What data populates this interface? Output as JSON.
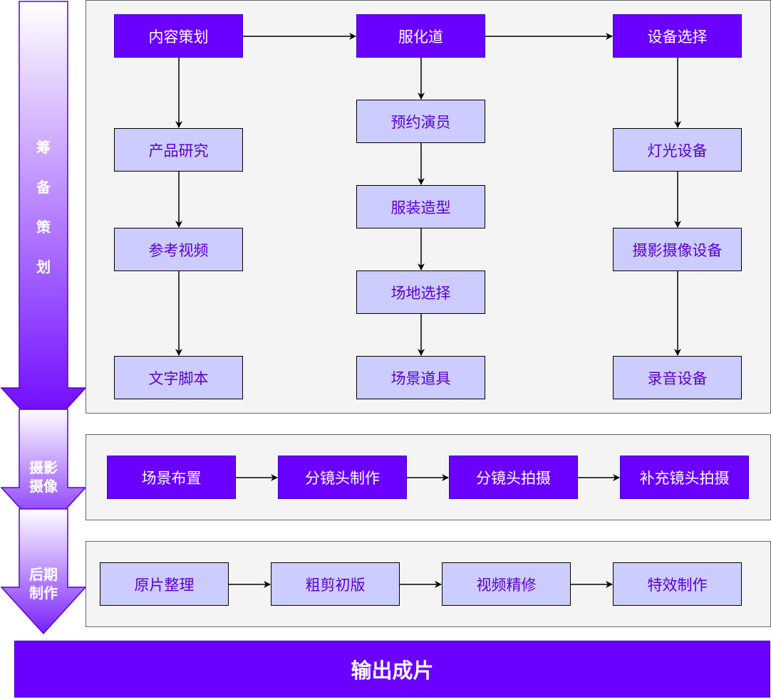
{
  "colors": {
    "dark_node": "#6a00ff",
    "light_node": "#ccccff",
    "light_text": "#5a00cc",
    "panel": "#f4f4f4",
    "arrow": "#000000"
  },
  "stages": {
    "prep_chars": [
      "筹",
      "备",
      "策",
      "划"
    ],
    "shoot_lines": [
      "摄影",
      "摄像"
    ],
    "post_lines": [
      "后期",
      "制作"
    ]
  },
  "prep": {
    "col1": [
      "内容策划",
      "产品研究",
      "参考视频",
      "文字脚本"
    ],
    "col2": [
      "服化道",
      "预约演员",
      "服装造型",
      "场地选择",
      "场景道具"
    ],
    "col3": [
      "设备选择",
      "灯光设备",
      "摄影摄像设备",
      "录音设备"
    ]
  },
  "shoot": [
    "场景布置",
    "分镜头制作",
    "分镜头拍摄",
    "补充镜头拍摄"
  ],
  "post": [
    "原片整理",
    "粗剪初版",
    "视频精修",
    "特效制作"
  ],
  "output": "输出成片"
}
